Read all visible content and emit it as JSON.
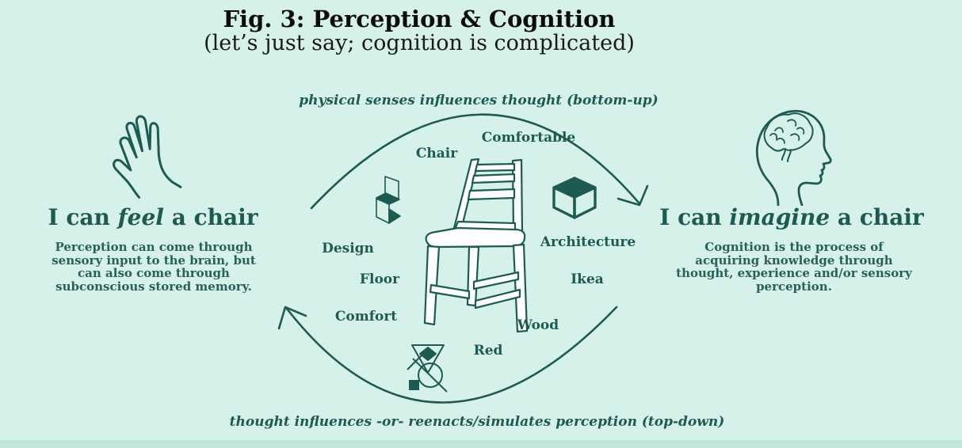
{
  "header": {
    "title": "Fig. 3: Perception & Cognition",
    "subtitle": "(let’s just say; cognition is complicated)"
  },
  "cycle": {
    "top_caption": "physical senses influences thought (bottom-up)",
    "bottom_caption": "thought influences -or- reenacts/simulates perception (top-down)"
  },
  "perception": {
    "heading_pre": "I can ",
    "heading_emph": "feel",
    "heading_post": " a chair",
    "body": "Perception can come through sensory input to the brain, but can also come through subconscious stored memory."
  },
  "cognition": {
    "heading_pre": "I can ",
    "heading_emph": "imagine",
    "heading_post": " a chair",
    "body": "Cognition is the process of acquiring knowledge through thought, experience and/or sensory perception."
  },
  "concepts": [
    {
      "label": "Comfortable"
    },
    {
      "label": "Chair"
    },
    {
      "label": "Design"
    },
    {
      "label": "Architecture"
    },
    {
      "label": "Floor"
    },
    {
      "label": "Ikea"
    },
    {
      "label": "Comfort"
    },
    {
      "label": "Wood"
    },
    {
      "label": "Red"
    }
  ],
  "icons": {
    "hand": "hand-icon",
    "head": "head-brain-icon",
    "small_chair": "isometric-chair-icon",
    "cube": "cube-icon",
    "design_mark": "abstract-design-icon",
    "main_chair": "chair-illustration"
  },
  "colors": {
    "background": "#d6f0ea",
    "ink": "#1d5b52",
    "title_text": "#0c0c0c",
    "chair_fill": "#ffffff",
    "footer_strip": "#c2e5da"
  }
}
